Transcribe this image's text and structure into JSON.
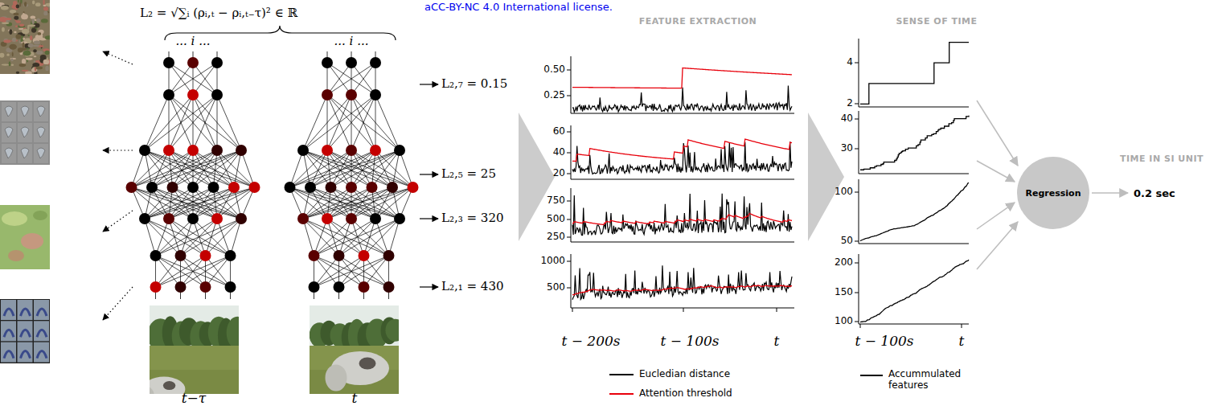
{
  "diagram": {
    "nodes": [
      {
        "text": [
          "Regression"
        ]
      }
    ],
    "labels": [
      "aCC-BY-NC 4.0 International license.",
      "L₂ = √∑ᵢ (ρᵢ,ₜ − ρᵢ,ₜ₋τ)² ∈ ℝ",
      "... i ...",
      "... i ...",
      "L₂,₇ = 0.15",
      "L₂,₅ = 25",
      "L₂,₃ = 320",
      "L₂,₁ = 430",
      "FEATURE EXTRACTION",
      "SENSE OF TIME",
      "0.50",
      "0.25",
      "60",
      "40",
      "20",
      "750",
      "500",
      "250",
      "1000",
      "500",
      "t − 200s",
      "t − 100s",
      "t",
      "4",
      "2",
      "40",
      "30",
      "100",
      "50",
      "200",
      "150",
      "100",
      "t − 100s",
      "t",
      "TIME IN SI UNIT",
      "0.2 sec",
      "t−τ",
      "t"
    ],
    "legend": [
      {
        "text": "Eucledian distance"
      },
      {
        "text": "Attention threshold"
      },
      {
        "text": "Accummulated features"
      }
    ]
  }
}
